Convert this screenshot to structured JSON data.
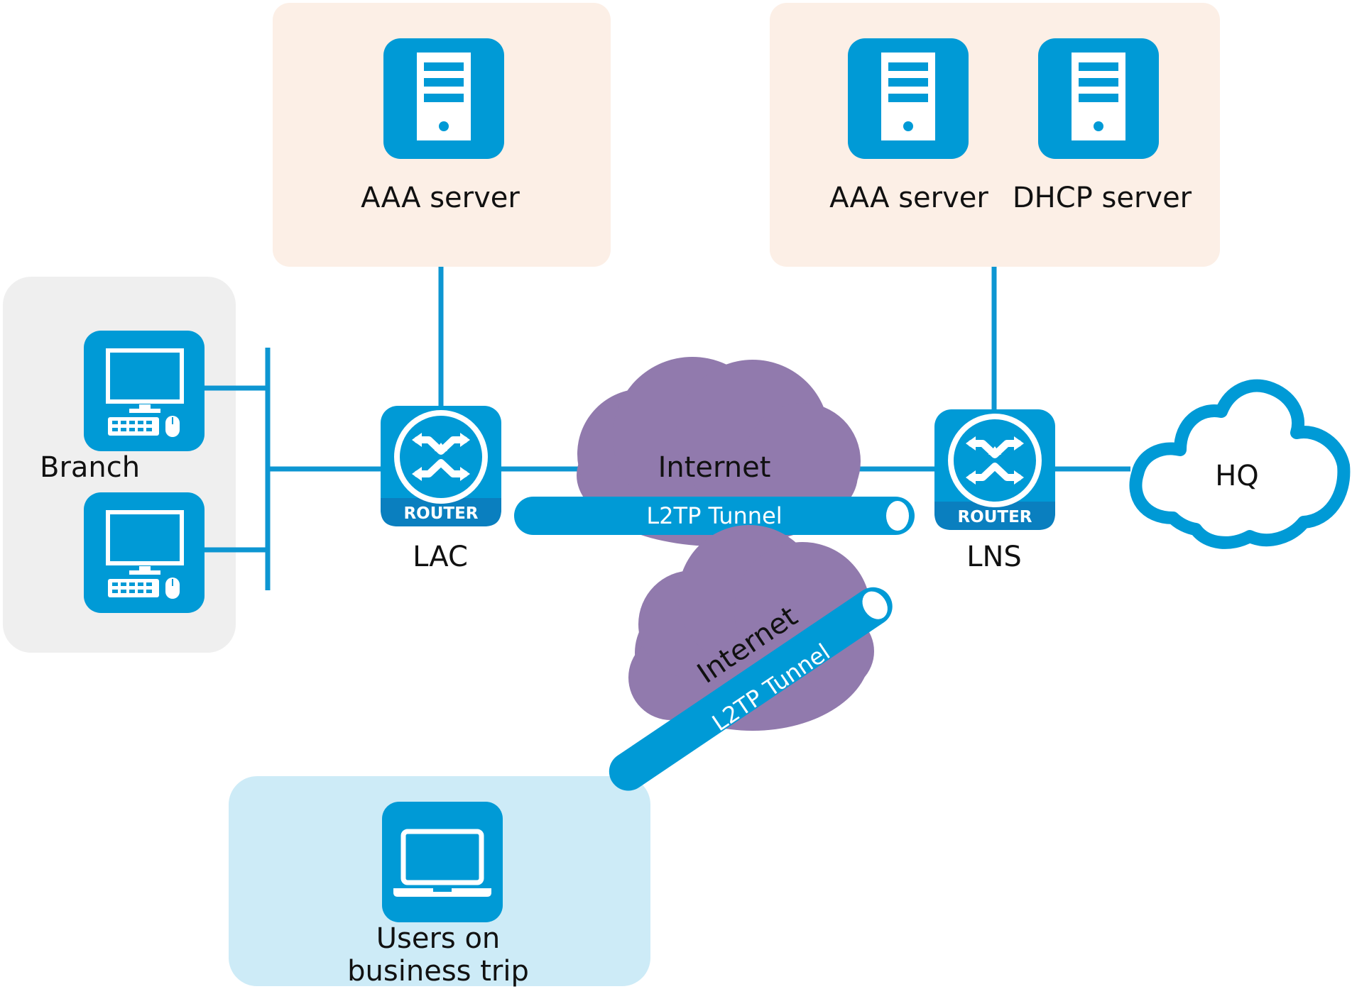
{
  "labels": {
    "aaa_left": "AAA server",
    "aaa_right": "AAA server",
    "dhcp": "DHCP server",
    "branch": "Branch",
    "lac": "LAC",
    "lns": "LNS",
    "hq": "HQ",
    "internet_top": "Internet",
    "internet_bottom": "Internet",
    "tunnel_top": "L2TP Tunnel",
    "tunnel_bottom": "L2TP Tunnel",
    "router_lac": "ROUTER",
    "router_lns": "ROUTER",
    "users_line1": "Users on",
    "users_line2": "business trip"
  },
  "colors": {
    "device_blue": "#009ad6",
    "device_blue_dark": "#0a7fbf",
    "line_blue": "#0d96d2",
    "cloud_purple": "#917aad",
    "zone_server": "#fcefe6",
    "zone_branch": "#efefef",
    "zone_users": "#cdebf7",
    "hq_cloud_fill": "#ffffff"
  },
  "icons": {
    "server": "server-icon",
    "router": "router-icon",
    "desktop": "desktop-computer-icon",
    "laptop": "laptop-icon",
    "cloud": "cloud-icon"
  }
}
